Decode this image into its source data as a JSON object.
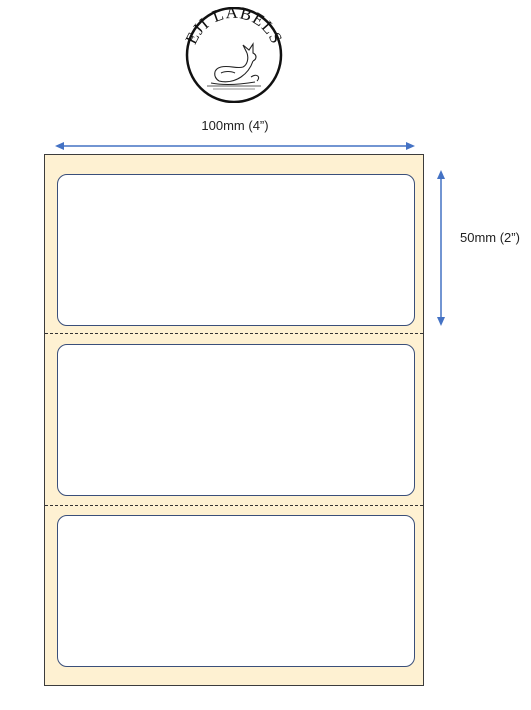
{
  "logo": {
    "text": "EJI LABELS",
    "icon": "fox-mascot-seal"
  },
  "dimensions": {
    "width_label": "100mm (4”)",
    "height_label": "50mm (2”)"
  },
  "sheet": {
    "label_count": 3,
    "labels": [
      "",
      "",
      ""
    ],
    "colors": {
      "backing": "#fef1d2",
      "label": "#ffffff",
      "arrow": "#4472c4"
    }
  }
}
